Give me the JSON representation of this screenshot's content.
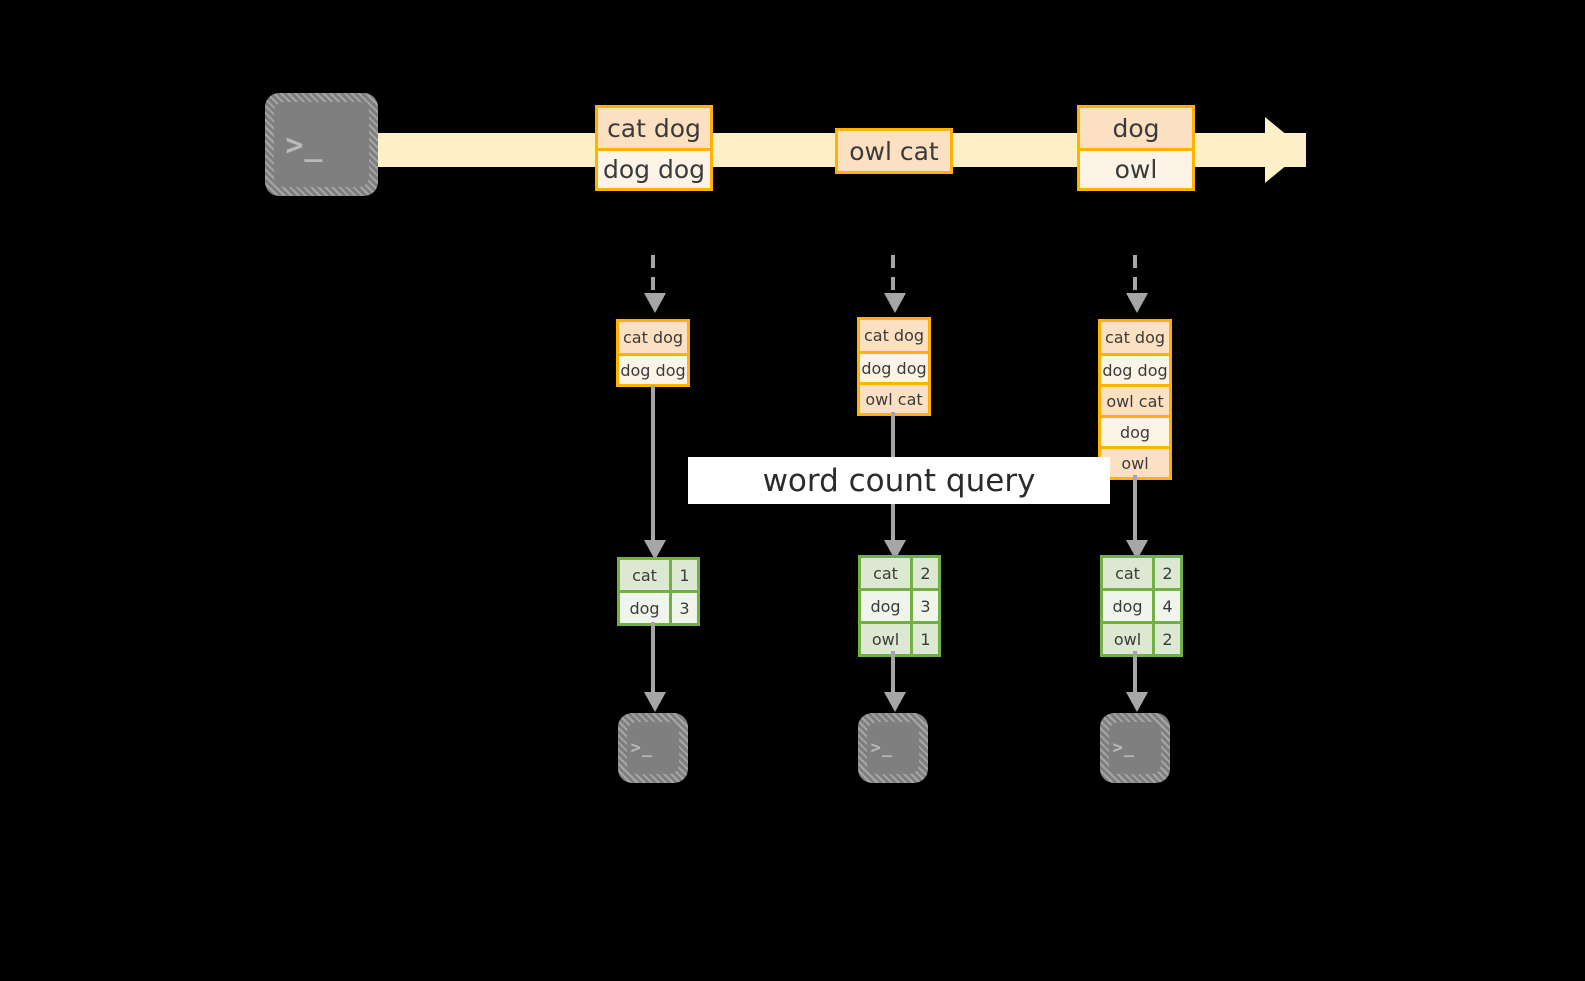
{
  "diagram": {
    "title_banner": "word count query",
    "colors": {
      "stream_fill": "#fdefc8",
      "event_border": "#ffb300",
      "event_fill_dark": "#fce0c2",
      "event_fill_light": "#fdf3e7",
      "result_border": "#72b043",
      "result_fill": "#eef3e8",
      "connector": "#a6a6a6",
      "terminal_fill": "#7f7f7f",
      "background": "#000000",
      "banner_fill": "#ffffff"
    },
    "source": {
      "icon": "terminal-icon",
      "prompt": ">_"
    },
    "stream_events": [
      {
        "id": "event-1",
        "lines": [
          "cat dog",
          "dog dog"
        ]
      },
      {
        "id": "event-2",
        "lines": [
          "owl cat"
        ]
      },
      {
        "id": "event-3",
        "lines": [
          "dog",
          "owl"
        ]
      }
    ],
    "state_snapshots": [
      {
        "id": "snapshot-1",
        "lines": [
          "cat dog",
          "dog dog"
        ]
      },
      {
        "id": "snapshot-2",
        "lines": [
          "cat dog",
          "dog dog",
          "owl cat"
        ]
      },
      {
        "id": "snapshot-3",
        "lines": [
          "cat dog",
          "dog dog",
          "owl cat",
          "dog",
          "owl"
        ]
      }
    ],
    "results": [
      {
        "id": "result-1",
        "rows": [
          {
            "word": "cat",
            "count": "1"
          },
          {
            "word": "dog",
            "count": "3"
          }
        ]
      },
      {
        "id": "result-2",
        "rows": [
          {
            "word": "cat",
            "count": "2"
          },
          {
            "word": "dog",
            "count": "3"
          },
          {
            "word": "owl",
            "count": "1"
          }
        ]
      },
      {
        "id": "result-3",
        "rows": [
          {
            "word": "cat",
            "count": "2"
          },
          {
            "word": "dog",
            "count": "4"
          },
          {
            "word": "owl",
            "count": "2"
          }
        ]
      }
    ],
    "sinks": [
      {
        "id": "sink-1",
        "icon": "terminal-icon",
        "prompt": ">_"
      },
      {
        "id": "sink-2",
        "icon": "terminal-icon",
        "prompt": ">_"
      },
      {
        "id": "sink-3",
        "icon": "terminal-icon",
        "prompt": ">_"
      }
    ]
  }
}
